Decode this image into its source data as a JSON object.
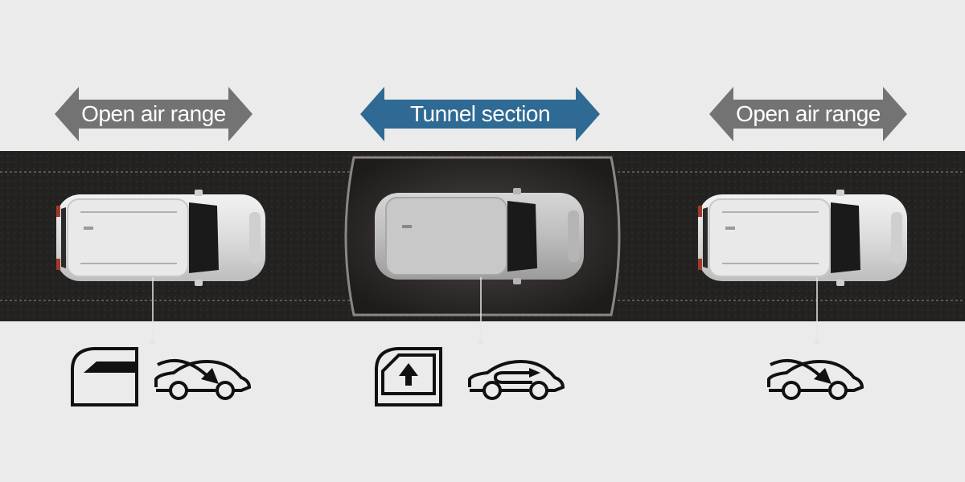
{
  "sections": [
    {
      "label": "Open air range",
      "color": "#737373"
    },
    {
      "label": "Tunnel section",
      "color": "#2e6a93"
    },
    {
      "label": "Open air range",
      "color": "#737373"
    }
  ],
  "icons": {
    "left": [
      "window-open-icon",
      "outside-air-intake-icon"
    ],
    "center": [
      "window-closed-icon",
      "air-recirculation-icon"
    ],
    "right": [
      "outside-air-intake-icon"
    ]
  }
}
